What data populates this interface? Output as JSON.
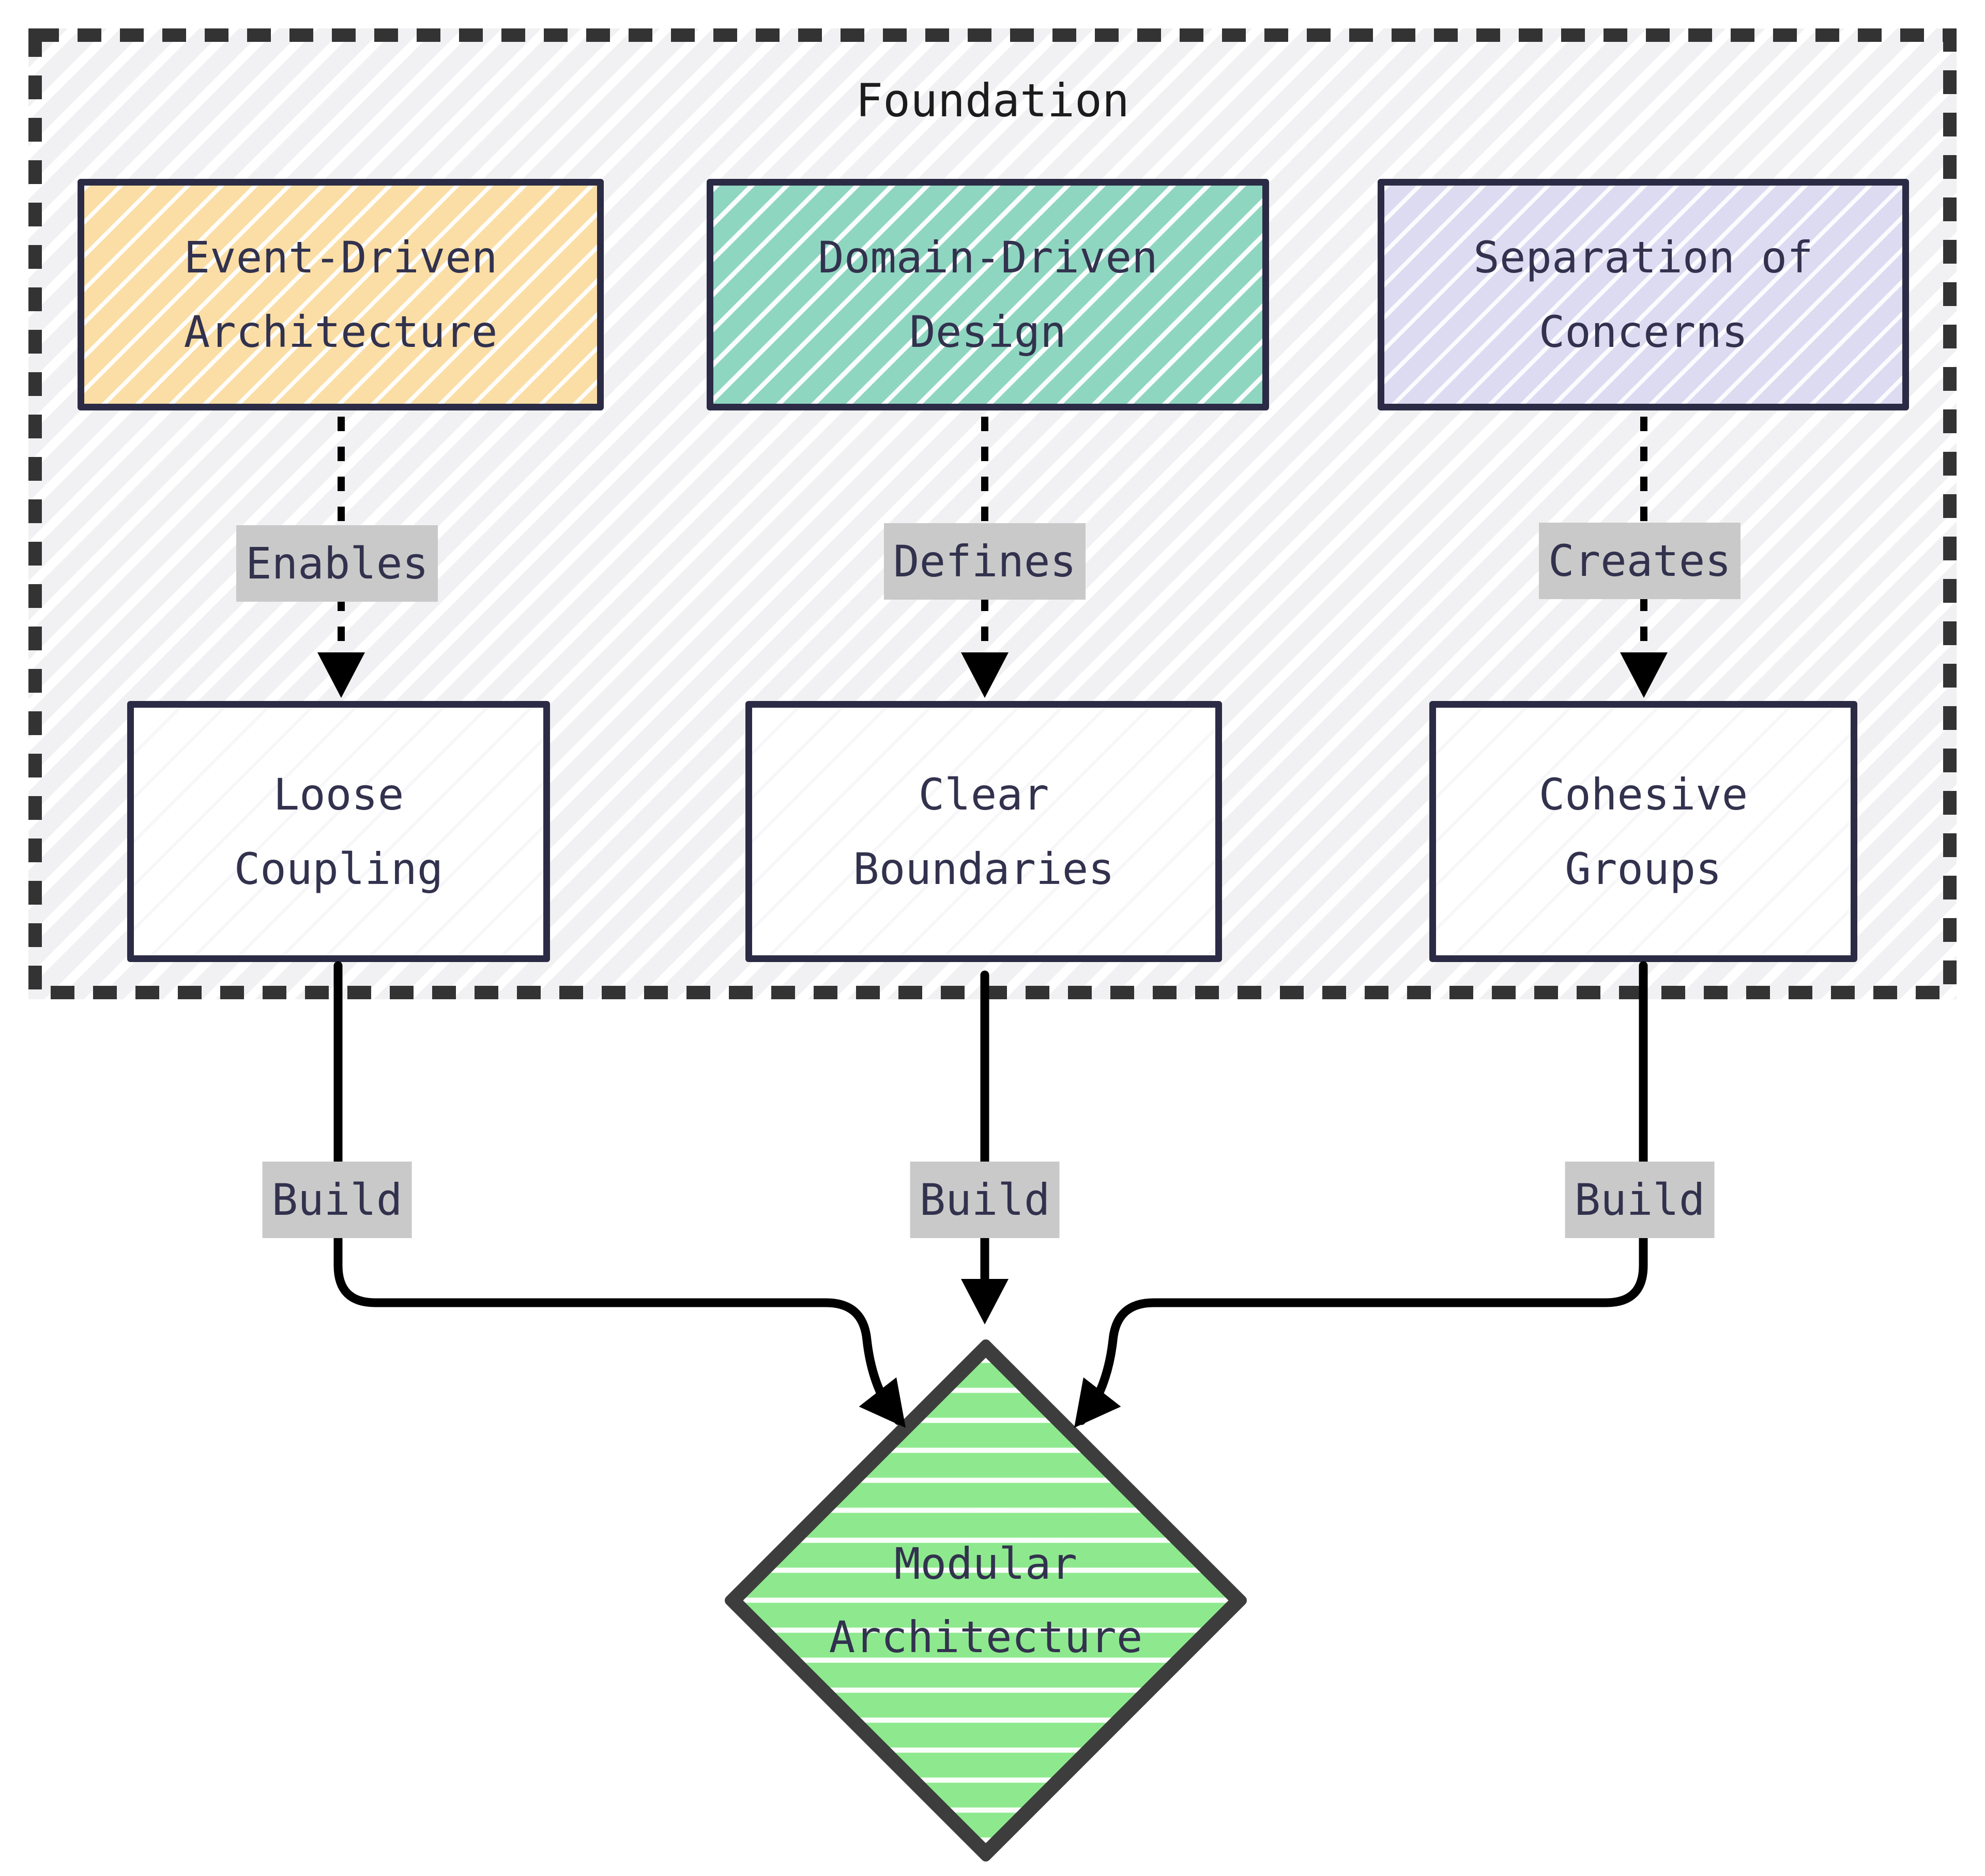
{
  "diagram": {
    "container_label": "Foundation",
    "nodes": {
      "eda": {
        "line1": "Event-Driven",
        "line2": "Architecture"
      },
      "ddd": {
        "line1": "Domain-Driven",
        "line2": "Design"
      },
      "soc": {
        "line1": "Separation of",
        "line2": "Concerns"
      },
      "loose": {
        "line1": "Loose",
        "line2": "Coupling"
      },
      "clear": {
        "line1": "Clear",
        "line2": "Boundaries"
      },
      "cohesive": {
        "line1": "Cohesive",
        "line2": "Groups"
      },
      "modular": {
        "line1": "Modular",
        "line2": "Architecture"
      }
    },
    "edges": {
      "enables": "Enables",
      "defines": "Defines",
      "creates": "Creates",
      "build_left": "Build",
      "build_mid": "Build",
      "build_right": "Build"
    },
    "colors": {
      "container_border": "#333333",
      "container_fill": "#f3f3f4",
      "node_border": "#2b2b45",
      "text": "#32324e",
      "label_bg": "#c9c9c9",
      "edge": "#000000",
      "eda_fill": "#fbdea5",
      "ddd_fill": "#8fd6c1",
      "soc_fill": "#dcdbf2",
      "plain_fill": "#ffffff",
      "diamond_fill": "#8ee98e",
      "diamond_border": "#3d3d3d"
    }
  }
}
